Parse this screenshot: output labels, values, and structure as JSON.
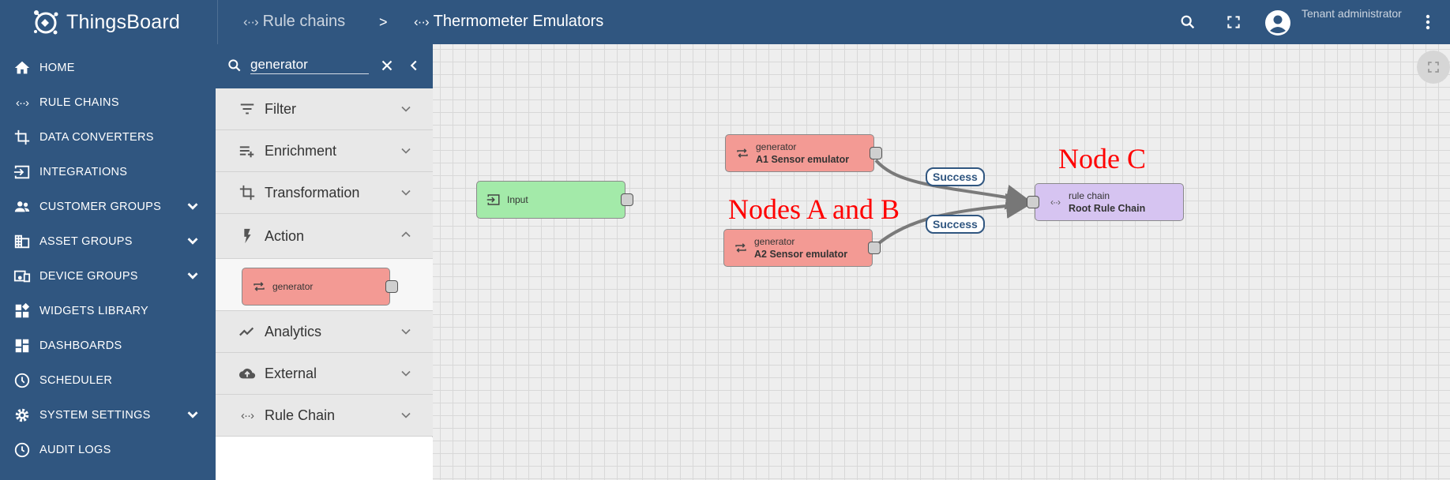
{
  "app": {
    "name": "ThingsBoard"
  },
  "breadcrumb": {
    "parent": "Rule chains",
    "separator": ">",
    "current": "Thermometer Emulators"
  },
  "user": {
    "role": "Tenant administrator"
  },
  "sidebar": {
    "items": [
      {
        "label": "HOME",
        "icon": "home-icon"
      },
      {
        "label": "RULE CHAINS",
        "icon": "code-icon"
      },
      {
        "label": "DATA CONVERTERS",
        "icon": "crop-icon"
      },
      {
        "label": "INTEGRATIONS",
        "icon": "input-icon"
      },
      {
        "label": "CUSTOMER GROUPS",
        "icon": "people-icon",
        "expandable": true
      },
      {
        "label": "ASSET GROUPS",
        "icon": "domain-icon",
        "expandable": true
      },
      {
        "label": "DEVICE GROUPS",
        "icon": "devices-icon",
        "expandable": true
      },
      {
        "label": "WIDGETS LIBRARY",
        "icon": "widgets-icon"
      },
      {
        "label": "DASHBOARDS",
        "icon": "dashboard-icon"
      },
      {
        "label": "SCHEDULER",
        "icon": "clock-icon"
      },
      {
        "label": "SYSTEM SETTINGS",
        "icon": "gear-icon",
        "expandable": true
      },
      {
        "label": "AUDIT LOGS",
        "icon": "audit-icon"
      }
    ]
  },
  "library": {
    "search_value": "generator",
    "categories": [
      {
        "label": "Filter",
        "icon": "filter-icon",
        "expanded": false
      },
      {
        "label": "Enrichment",
        "icon": "playlist-add-icon",
        "expanded": false
      },
      {
        "label": "Transformation",
        "icon": "transform-icon",
        "expanded": false
      },
      {
        "label": "Action",
        "icon": "flash-icon",
        "expanded": true
      },
      {
        "label": "Analytics",
        "icon": "timeline-icon",
        "expanded": false
      },
      {
        "label": "External",
        "icon": "cloud-upload-icon",
        "expanded": false
      },
      {
        "label": "Rule Chain",
        "icon": "code-icon",
        "expanded": false
      }
    ],
    "action_nodes": [
      {
        "label": "generator"
      }
    ]
  },
  "canvas": {
    "nodes": {
      "input": {
        "label": "Input",
        "color": "#a3eaa9"
      },
      "gen_a1": {
        "type": "generator",
        "name": "A1 Sensor emulator",
        "color": "#f39a94"
      },
      "gen_a2": {
        "type": "generator",
        "name": "A2 Sensor emulator",
        "color": "#f39a94"
      },
      "root_chain": {
        "type": "rule chain",
        "name": "Root Rule Chain",
        "color": "#d6c4f1"
      }
    },
    "edges": [
      {
        "from": "gen_a1",
        "to": "root_chain",
        "label": "Success"
      },
      {
        "from": "gen_a2",
        "to": "root_chain",
        "label": "Success"
      }
    ],
    "annotations": {
      "nodes_ab": "Nodes A and B",
      "node_c": "Node C"
    }
  },
  "colors": {
    "primary": "#305680",
    "annotation": "#ff0000",
    "canvas_bg": "#eeeeee"
  }
}
